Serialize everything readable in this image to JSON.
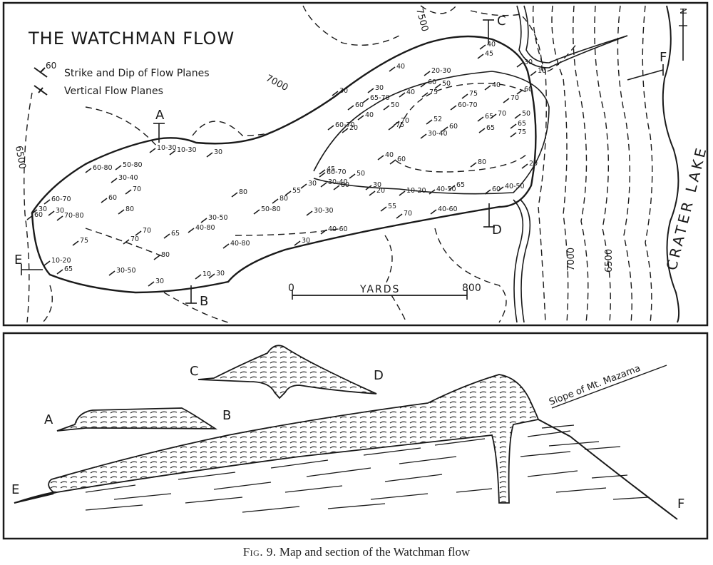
{
  "map": {
    "title": "THE WATCHMAN FLOW",
    "legend": [
      {
        "symbol": "strike-dip-symbol",
        "sample_dip": "60",
        "label": "Strike and Dip of Flow Planes"
      },
      {
        "symbol": "vertical-flow-symbol",
        "label": "Vertical Flow Planes"
      }
    ],
    "north": "N",
    "lake_label": "CRATER LAKE",
    "contours": {
      "c6500_left": "6500",
      "c7500_top": "7500",
      "c7000_mid": "7000",
      "c7000_right": "7000",
      "c6500_right": "6500"
    },
    "section_points": {
      "a": "A",
      "b": "B",
      "c": "C",
      "d": "D",
      "e": "E",
      "f": "F"
    },
    "scale": {
      "start": "0",
      "unit": "YARDS",
      "end": "800"
    },
    "dips": [
      "40",
      "45",
      "30",
      "10",
      "40",
      "30",
      "20-30",
      "65-70",
      "60",
      "50",
      "40",
      "75",
      "40",
      "60",
      "75",
      "70",
      "30",
      "60-70",
      "52",
      "60",
      "50",
      "40",
      "75",
      "50",
      "60",
      "70",
      "70",
      "65",
      "65",
      "65",
      "75",
      "20",
      "30-40",
      "60-70",
      "40",
      "60",
      "80",
      "20",
      "45",
      "60-70",
      "50",
      "30",
      "55",
      "65",
      "80",
      "80",
      "80",
      "55",
      "30",
      "30-40",
      "20",
      "10-20",
      "40-50",
      "60",
      "40-50",
      "30-30",
      "70",
      "40-60",
      "50-80",
      "60-80",
      "50-80",
      "30-40",
      "70",
      "10-30",
      "10-30",
      "30",
      "60-70",
      "60",
      "80",
      "70-80",
      "75",
      "70",
      "70",
      "80",
      "65",
      "40-80",
      "30-50",
      "40-80",
      "30",
      "40-60",
      "30",
      "30-50",
      "65",
      "30",
      "10",
      "30",
      "10-20",
      "60",
      "30"
    ]
  },
  "section": {
    "labels": {
      "a": "A",
      "b": "B",
      "c": "C",
      "d": "D",
      "e": "E",
      "f": "F"
    },
    "slope_label": "Slope of Mt. Mazama"
  },
  "caption": {
    "fig": "Fig. 9.",
    "text": "Map and section of the Watchman flow"
  }
}
